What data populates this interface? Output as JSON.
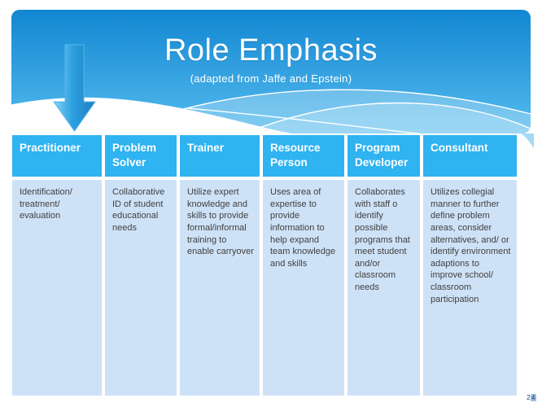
{
  "slide": {
    "title": "Role Emphasis",
    "subtitle": "(adapted from Jaffe and Epstein)",
    "page_number": {
      "first": "2",
      "second": "4"
    }
  },
  "colors": {
    "band_gradient_top": "#1287d2",
    "band_gradient_bottom": "#55bbee",
    "table_header_blue": "#2fb3f1",
    "table_body_blue": "#cee2f7",
    "body_text": "#404040",
    "arrow_light": "#84d2f6",
    "arrow_dark": "#1d7fc0"
  },
  "icons": {
    "down_arrow": "down-arrow-icon"
  },
  "table": {
    "columns": [
      {
        "header": "Practitioner",
        "body": "Identification/ treatment/ evaluation"
      },
      {
        "header": "Problem Solver",
        "body": "Collaborative ID of student educational needs"
      },
      {
        "header": "Trainer",
        "body": "Utilize expert knowledge and skills to provide formal/informal training to enable carryover"
      },
      {
        "header": "Resource Person",
        "body": "Uses area of expertise to provide information to help expand team knowledge and skills"
      },
      {
        "header": "Program Developer",
        "body": "Collaborates with staff o identify possible programs that meet student and/or classroom needs"
      },
      {
        "header": "Consultant",
        "body": "Utilizes collegial manner to further define problem areas, consider alternatives, and/ or identify environment adaptions to improve school/ classroom participation"
      }
    ]
  }
}
